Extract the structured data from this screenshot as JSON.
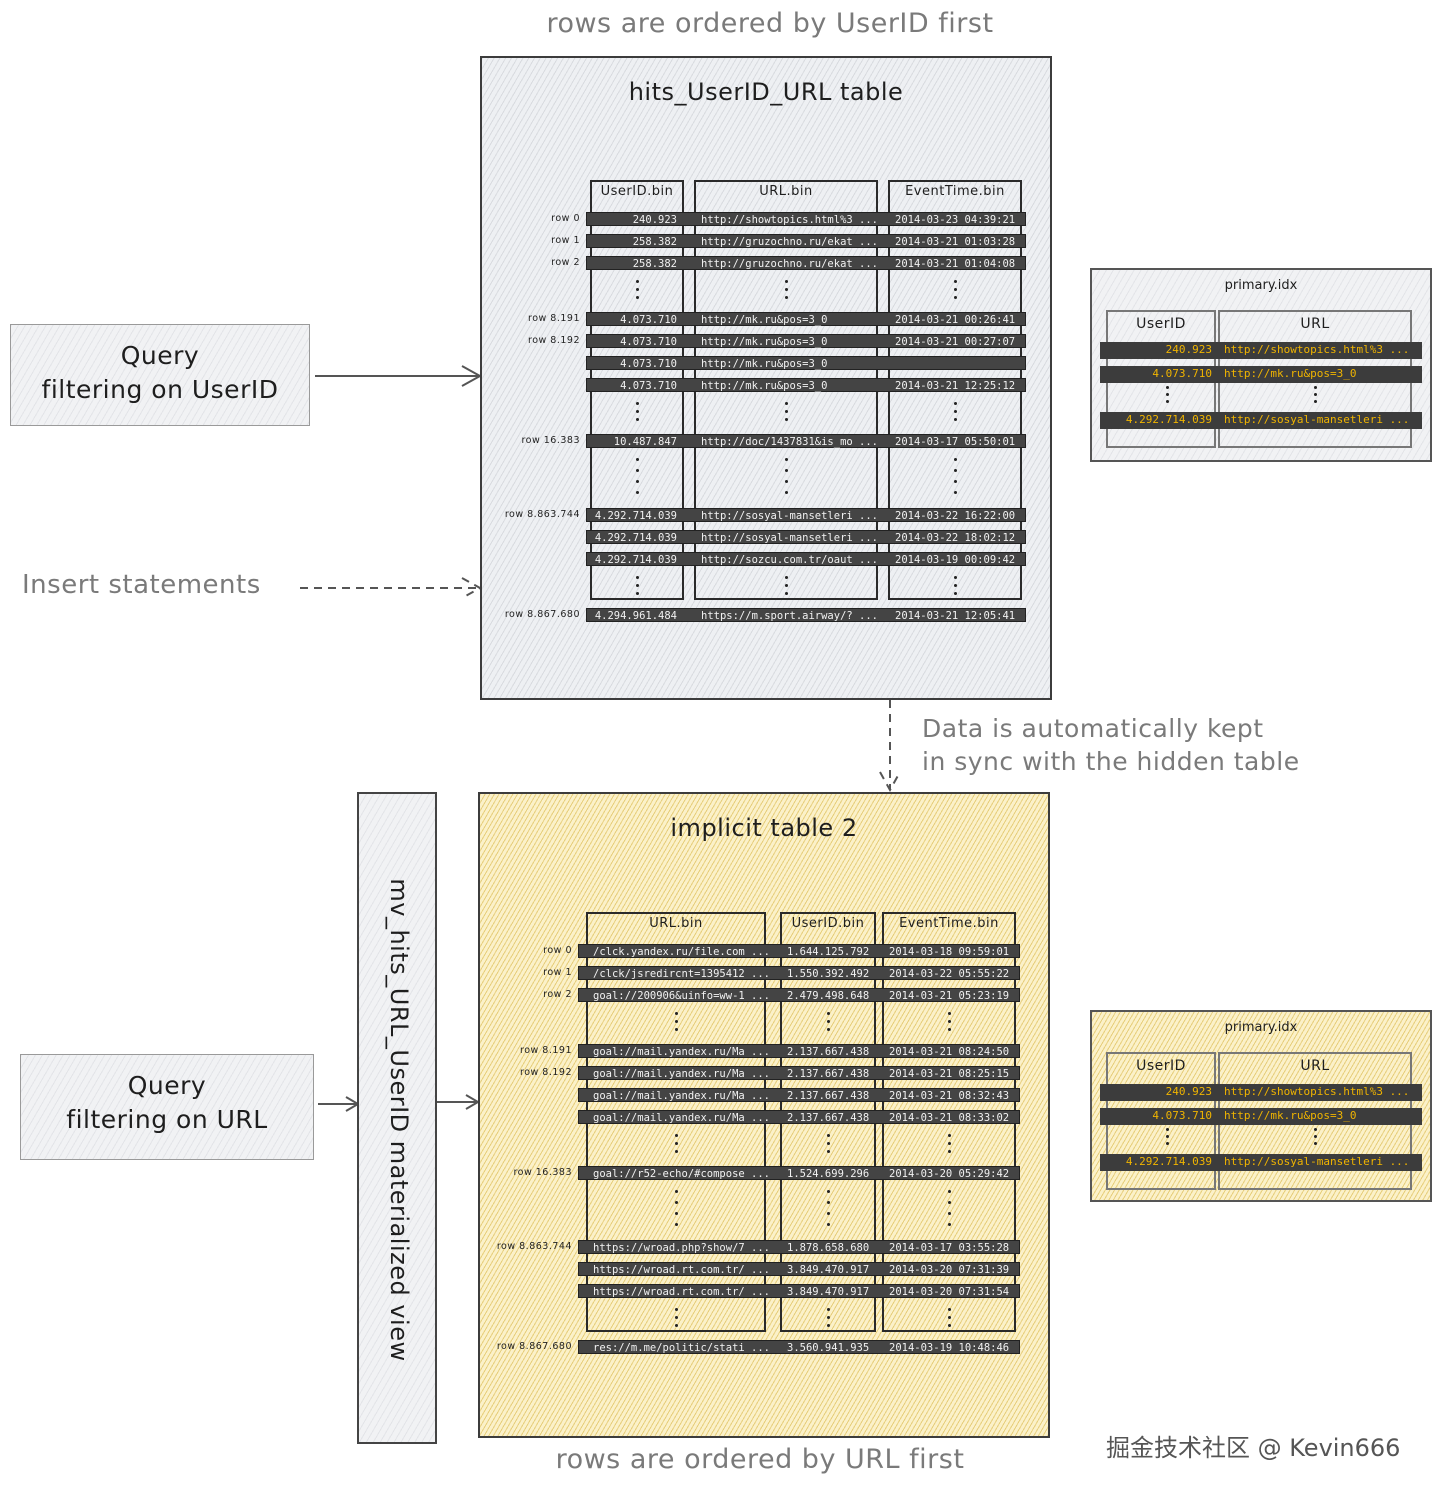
{
  "top": {
    "caption": "rows are ordered by UserID first",
    "title": "hits_UserID_URL table",
    "columns": [
      "UserID.bin",
      "URL.bin",
      "EventTime.bin"
    ],
    "rows": [
      {
        "label": "row 0",
        "cells": [
          "240.923",
          "http://showtopics.html%3 ...",
          "2014-03-23 04:39:21"
        ]
      },
      {
        "label": "row 1",
        "cells": [
          "258.382",
          "http://gruzochno.ru/ekat ...",
          "2014-03-21 01:03:28"
        ]
      },
      {
        "label": "row 2",
        "cells": [
          "258.382",
          "http://gruzochno.ru/ekat ...",
          "2014-03-21 01:04:08"
        ]
      },
      {
        "label": "",
        "ellipsis": true
      },
      {
        "label": "row 8.191",
        "cells": [
          "4.073.710",
          "http://mk.ru&pos=3_0",
          "2014-03-21 00:26:41"
        ]
      },
      {
        "label": "row 8.192",
        "cells": [
          "4.073.710",
          "http://mk.ru&pos=3_0",
          "2014-03-21 00:27:07"
        ]
      },
      {
        "label": "",
        "cells": [
          "4.073.710",
          "http://mk.ru&pos=3_0",
          ""
        ]
      },
      {
        "label": "",
        "cells": [
          "4.073.710",
          "http://mk.ru&pos=3_0",
          "2014-03-21 12:25:12"
        ]
      },
      {
        "label": "",
        "ellipsis": true
      },
      {
        "label": "row 16.383",
        "cells": [
          "10.487.847",
          "http://doc/1437831&is_mo ...",
          "2014-03-17 05:50:01"
        ]
      },
      {
        "label": "",
        "ellipsis": true,
        "big": true
      },
      {
        "label": "row 8.863.744",
        "cells": [
          "4.292.714.039",
          "http://sosyal-mansetleri ...",
          "2014-03-22 16:22:00"
        ]
      },
      {
        "label": "",
        "cells": [
          "4.292.714.039",
          "http://sosyal-mansetleri ...",
          "2014-03-22 18:02:12"
        ]
      },
      {
        "label": "",
        "cells": [
          "4.292.714.039",
          "http://sozcu.com.tr/oaut ...",
          "2014-03-19 00:09:42"
        ]
      },
      {
        "label": "",
        "ellipsis": true
      },
      {
        "label": "row 8.867.680",
        "cells": [
          "4.294.961.484",
          "https://m.sport.airway/? ...",
          "2014-03-21 12:05:41"
        ]
      }
    ],
    "index": {
      "title": "primary.idx",
      "columns": [
        "UserID",
        "URL"
      ],
      "rows": [
        {
          "cells": [
            "240.923",
            "http://showtopics.html%3 ..."
          ]
        },
        {
          "cells": [
            "4.073.710",
            "http://mk.ru&pos=3_0"
          ]
        },
        {
          "ellipsis": true
        },
        {
          "cells": [
            "4.292.714.039",
            "http://sosyal-mansetleri ..."
          ]
        }
      ]
    }
  },
  "query_userid": {
    "line1": "Query",
    "line2": "filtering on UserID"
  },
  "insert_label": "Insert statements",
  "sync_note": {
    "line1": "Data is automatically kept",
    "line2": "in sync with the hidden table"
  },
  "mv_label": "mv_hits_URL_UserID materialized view",
  "query_url": {
    "line1": "Query",
    "line2": "filtering on URL"
  },
  "bottom": {
    "caption": "rows are ordered by URL first",
    "title": "implicit table 2",
    "columns": [
      "URL.bin",
      "UserID.bin",
      "EventTime.bin"
    ],
    "rows": [
      {
        "label": "row 0",
        "cells": [
          "/clck.yandex.ru/file.com ...",
          "1.644.125.792",
          "2014-03-18 09:59:01"
        ]
      },
      {
        "label": "row 1",
        "cells": [
          "/clck/jsredircnt=1395412 ...",
          "1.550.392.492",
          "2014-03-22 05:55:22"
        ]
      },
      {
        "label": "row 2",
        "cells": [
          "goal://200906&uinfo=ww-1 ...",
          "2.479.498.648",
          "2014-03-21 05:23:19"
        ]
      },
      {
        "label": "",
        "ellipsis": true
      },
      {
        "label": "row 8.191",
        "cells": [
          "goal://mail.yandex.ru/Ma ...",
          "2.137.667.438",
          "2014-03-21 08:24:50"
        ]
      },
      {
        "label": "row 8.192",
        "cells": [
          "goal://mail.yandex.ru/Ma ...",
          "2.137.667.438",
          "2014-03-21 08:25:15"
        ]
      },
      {
        "label": "",
        "cells": [
          "goal://mail.yandex.ru/Ma ...",
          "2.137.667.438",
          "2014-03-21 08:32:43"
        ]
      },
      {
        "label": "",
        "cells": [
          "goal://mail.yandex.ru/Ma ...",
          "2.137.667.438",
          "2014-03-21 08:33:02"
        ]
      },
      {
        "label": "",
        "ellipsis": true
      },
      {
        "label": "row 16.383",
        "cells": [
          "goal://r52-echo/#compose ...",
          "1.524.699.296",
          "2014-03-20 05:29:42"
        ]
      },
      {
        "label": "",
        "ellipsis": true,
        "big": true
      },
      {
        "label": "row 8.863.744",
        "cells": [
          "https://wroad.php?show/7 ...",
          "1.878.658.680",
          "2014-03-17 03:55:28"
        ]
      },
      {
        "label": "",
        "cells": [
          "https://wroad.rt.com.tr/ ...",
          "3.849.470.917",
          "2014-03-20 07:31:39"
        ]
      },
      {
        "label": "",
        "cells": [
          "https://wroad.rt.com.tr/ ...",
          "3.849.470.917",
          "2014-03-20 07:31:54"
        ]
      },
      {
        "label": "",
        "ellipsis": true
      },
      {
        "label": "row 8.867.680",
        "cells": [
          "res://m.me/politic/stati ...",
          "3.560.941.935",
          "2014-03-19 10:48:46"
        ]
      }
    ],
    "index": {
      "title": "primary.idx",
      "columns": [
        "UserID",
        "URL"
      ],
      "rows": [
        {
          "cells": [
            "240.923",
            "http://showtopics.html%3 ..."
          ]
        },
        {
          "cells": [
            "4.073.710",
            "http://mk.ru&pos=3_0"
          ]
        },
        {
          "ellipsis": true
        },
        {
          "cells": [
            "4.292.714.039",
            "http://sosyal-mansetleri ..."
          ]
        }
      ]
    }
  },
  "watermark": "掘金技术社区 @ Kevin666",
  "colors": {
    "grey_fill": "#eef0f3",
    "yellow_fill": "#fbf1c9",
    "bar": "#444444",
    "index_text": "#f0b400",
    "caption_grey": "#7a7a7a"
  }
}
